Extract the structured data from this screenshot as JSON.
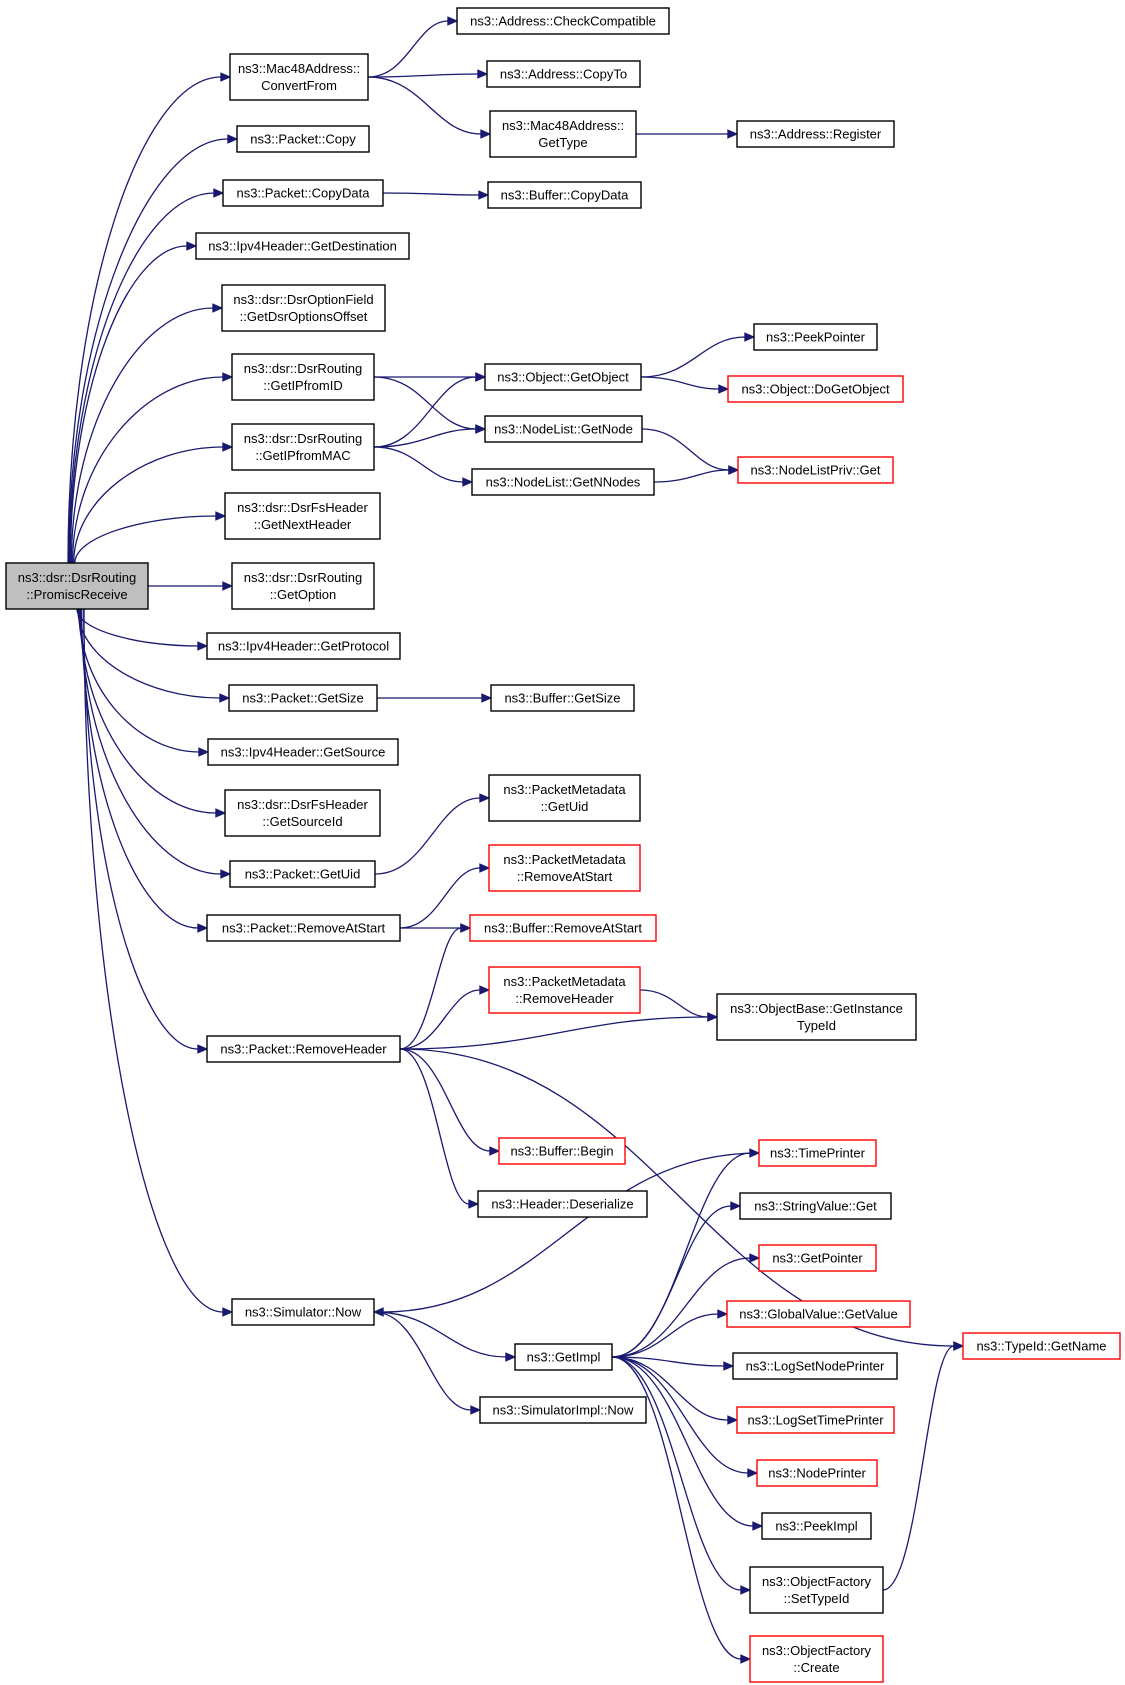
{
  "colors": {
    "edge": "#191970",
    "node_border": "#000000",
    "node_border_incomplete": "#ff0000",
    "root_fill": "#bfbfbf",
    "node_fill": "#ffffff"
  },
  "root": "root",
  "nodes": [
    {
      "id": "root",
      "lines": [
        "ns3::dsr::DsrRouting",
        "::PromiscReceive"
      ],
      "style": "root"
    },
    {
      "id": "mac48conv",
      "lines": [
        "ns3::Mac48Address::",
        "ConvertFrom"
      ],
      "style": "normal"
    },
    {
      "id": "addrCheck",
      "lines": [
        "ns3::Address::CheckCompatible"
      ],
      "style": "normal"
    },
    {
      "id": "addrCopyTo",
      "lines": [
        "ns3::Address::CopyTo"
      ],
      "style": "normal"
    },
    {
      "id": "mac48type",
      "lines": [
        "ns3::Mac48Address::",
        "GetType"
      ],
      "style": "normal"
    },
    {
      "id": "addrReg",
      "lines": [
        "ns3::Address::Register"
      ],
      "style": "normal"
    },
    {
      "id": "pktCopy",
      "lines": [
        "ns3::Packet::Copy"
      ],
      "style": "normal"
    },
    {
      "id": "pktCopyData",
      "lines": [
        "ns3::Packet::CopyData"
      ],
      "style": "normal"
    },
    {
      "id": "bufCopyData",
      "lines": [
        "ns3::Buffer::CopyData"
      ],
      "style": "normal"
    },
    {
      "id": "ipv4Dest",
      "lines": [
        "ns3::Ipv4Header::GetDestination"
      ],
      "style": "normal"
    },
    {
      "id": "optField",
      "lines": [
        "ns3::dsr::DsrOptionField",
        "::GetDsrOptionsOffset"
      ],
      "style": "normal"
    },
    {
      "id": "ipFromId",
      "lines": [
        "ns3::dsr::DsrRouting",
        "::GetIPfromID"
      ],
      "style": "normal"
    },
    {
      "id": "ipFromMac",
      "lines": [
        "ns3::dsr::DsrRouting",
        "::GetIPfromMAC"
      ],
      "style": "normal"
    },
    {
      "id": "objGet",
      "lines": [
        "ns3::Object::GetObject"
      ],
      "style": "normal"
    },
    {
      "id": "peekPtr",
      "lines": [
        "ns3::PeekPointer"
      ],
      "style": "normal"
    },
    {
      "id": "objDoGet",
      "lines": [
        "ns3::Object::DoGetObject"
      ],
      "style": "incomplete"
    },
    {
      "id": "nlGetNode",
      "lines": [
        "ns3::NodeList::GetNode"
      ],
      "style": "normal"
    },
    {
      "id": "nlGetN",
      "lines": [
        "ns3::NodeList::GetNNodes"
      ],
      "style": "normal"
    },
    {
      "id": "nlpGet",
      "lines": [
        "ns3::NodeListPriv::Get"
      ],
      "style": "incomplete"
    },
    {
      "id": "fsNext",
      "lines": [
        "ns3::dsr::DsrFsHeader",
        "::GetNextHeader"
      ],
      "style": "normal"
    },
    {
      "id": "getOption",
      "lines": [
        "ns3::dsr::DsrRouting",
        "::GetOption"
      ],
      "style": "normal"
    },
    {
      "id": "ipv4Proto",
      "lines": [
        "ns3::Ipv4Header::GetProtocol"
      ],
      "style": "normal"
    },
    {
      "id": "pktSize",
      "lines": [
        "ns3::Packet::GetSize"
      ],
      "style": "normal"
    },
    {
      "id": "bufSize",
      "lines": [
        "ns3::Buffer::GetSize"
      ],
      "style": "normal"
    },
    {
      "id": "ipv4Src",
      "lines": [
        "ns3::Ipv4Header::GetSource"
      ],
      "style": "normal"
    },
    {
      "id": "fsSrc",
      "lines": [
        "ns3::dsr::DsrFsHeader",
        "::GetSourceId"
      ],
      "style": "normal"
    },
    {
      "id": "pktUid",
      "lines": [
        "ns3::Packet::GetUid"
      ],
      "style": "normal"
    },
    {
      "id": "pmUid",
      "lines": [
        "ns3::PacketMetadata",
        "::GetUid"
      ],
      "style": "normal"
    },
    {
      "id": "pmRemStart",
      "lines": [
        "ns3::PacketMetadata",
        "::RemoveAtStart"
      ],
      "style": "incomplete"
    },
    {
      "id": "pktRemStart",
      "lines": [
        "ns3::Packet::RemoveAtStart"
      ],
      "style": "normal"
    },
    {
      "id": "bufRemStart",
      "lines": [
        "ns3::Buffer::RemoveAtStart"
      ],
      "style": "incomplete"
    },
    {
      "id": "pmRemHdr",
      "lines": [
        "ns3::PacketMetadata",
        "::RemoveHeader"
      ],
      "style": "incomplete"
    },
    {
      "id": "objBaseTid",
      "lines": [
        "ns3::ObjectBase::GetInstance",
        "TypeId"
      ],
      "style": "normal"
    },
    {
      "id": "pktRemHdr",
      "lines": [
        "ns3::Packet::RemoveHeader"
      ],
      "style": "normal"
    },
    {
      "id": "bufBegin",
      "lines": [
        "ns3::Buffer::Begin"
      ],
      "style": "incomplete"
    },
    {
      "id": "hdrDeser",
      "lines": [
        "ns3::Header::Deserialize"
      ],
      "style": "normal"
    },
    {
      "id": "tidName",
      "lines": [
        "ns3::TypeId::GetName"
      ],
      "style": "incomplete"
    },
    {
      "id": "timePrinter",
      "lines": [
        "ns3::TimePrinter"
      ],
      "style": "incomplete"
    },
    {
      "id": "strValGet",
      "lines": [
        "ns3::StringValue::Get"
      ],
      "style": "normal"
    },
    {
      "id": "getPointer",
      "lines": [
        "ns3::GetPointer"
      ],
      "style": "incomplete"
    },
    {
      "id": "gvGetValue",
      "lines": [
        "ns3::GlobalValue::GetValue"
      ],
      "style": "incomplete"
    },
    {
      "id": "simNow",
      "lines": [
        "ns3::Simulator::Now"
      ],
      "style": "normal"
    },
    {
      "id": "getImpl",
      "lines": [
        "ns3::GetImpl"
      ],
      "style": "normal"
    },
    {
      "id": "logNodePr",
      "lines": [
        "ns3::LogSetNodePrinter"
      ],
      "style": "normal"
    },
    {
      "id": "logTimePr",
      "lines": [
        "ns3::LogSetTimePrinter"
      ],
      "style": "incomplete"
    },
    {
      "id": "simImplNow",
      "lines": [
        "ns3::SimulatorImpl::Now"
      ],
      "style": "normal"
    },
    {
      "id": "nodePrinter",
      "lines": [
        "ns3::NodePrinter"
      ],
      "style": "incomplete"
    },
    {
      "id": "peekImpl",
      "lines": [
        "ns3::PeekImpl"
      ],
      "style": "normal"
    },
    {
      "id": "ofSetTid",
      "lines": [
        "ns3::ObjectFactory",
        "::SetTypeId"
      ],
      "style": "normal"
    },
    {
      "id": "ofCreate",
      "lines": [
        "ns3::ObjectFactory",
        "::Create"
      ],
      "style": "incomplete"
    }
  ],
  "edges": [
    [
      "root",
      "mac48conv"
    ],
    [
      "root",
      "pktCopy"
    ],
    [
      "root",
      "pktCopyData"
    ],
    [
      "root",
      "ipv4Dest"
    ],
    [
      "root",
      "optField"
    ],
    [
      "root",
      "ipFromId"
    ],
    [
      "root",
      "ipFromMac"
    ],
    [
      "root",
      "fsNext"
    ],
    [
      "root",
      "getOption"
    ],
    [
      "root",
      "ipv4Proto"
    ],
    [
      "root",
      "pktSize"
    ],
    [
      "root",
      "ipv4Src"
    ],
    [
      "root",
      "fsSrc"
    ],
    [
      "root",
      "pktUid"
    ],
    [
      "root",
      "pktRemStart"
    ],
    [
      "root",
      "pktRemHdr"
    ],
    [
      "root",
      "simNow"
    ],
    [
      "mac48conv",
      "addrCheck"
    ],
    [
      "mac48conv",
      "addrCopyTo"
    ],
    [
      "mac48conv",
      "mac48type"
    ],
    [
      "mac48type",
      "addrReg"
    ],
    [
      "pktCopyData",
      "bufCopyData"
    ],
    [
      "ipFromId",
      "objGet"
    ],
    [
      "ipFromId",
      "nlGetNode"
    ],
    [
      "ipFromMac",
      "objGet"
    ],
    [
      "ipFromMac",
      "nlGetNode"
    ],
    [
      "ipFromMac",
      "nlGetN"
    ],
    [
      "objGet",
      "peekPtr"
    ],
    [
      "objGet",
      "objDoGet"
    ],
    [
      "nlGetNode",
      "nlpGet"
    ],
    [
      "nlGetN",
      "nlpGet"
    ],
    [
      "pktSize",
      "bufSize"
    ],
    [
      "pktUid",
      "pmUid"
    ],
    [
      "pktRemStart",
      "pmRemStart"
    ],
    [
      "pktRemStart",
      "bufRemStart"
    ],
    [
      "pktRemHdr",
      "bufRemStart"
    ],
    [
      "pktRemHdr",
      "pmRemHdr"
    ],
    [
      "pktRemHdr",
      "objBaseTid"
    ],
    [
      "pktRemHdr",
      "tidName"
    ],
    [
      "pktRemHdr",
      "bufBegin"
    ],
    [
      "pktRemHdr",
      "hdrDeser"
    ],
    [
      "pmRemHdr",
      "objBaseTid"
    ],
    [
      "simNow",
      "getImpl"
    ],
    [
      "simNow",
      "simImplNow"
    ],
    [
      "timePrinter",
      "simNow"
    ],
    [
      "getImpl",
      "timePrinter"
    ],
    [
      "getImpl",
      "strValGet"
    ],
    [
      "getImpl",
      "getPointer"
    ],
    [
      "getImpl",
      "gvGetValue"
    ],
    [
      "getImpl",
      "logNodePr"
    ],
    [
      "getImpl",
      "logTimePr"
    ],
    [
      "getImpl",
      "nodePrinter"
    ],
    [
      "getImpl",
      "peekImpl"
    ],
    [
      "getImpl",
      "ofSetTid"
    ],
    [
      "getImpl",
      "ofCreate"
    ],
    [
      "ofSetTid",
      "tidName"
    ]
  ]
}
